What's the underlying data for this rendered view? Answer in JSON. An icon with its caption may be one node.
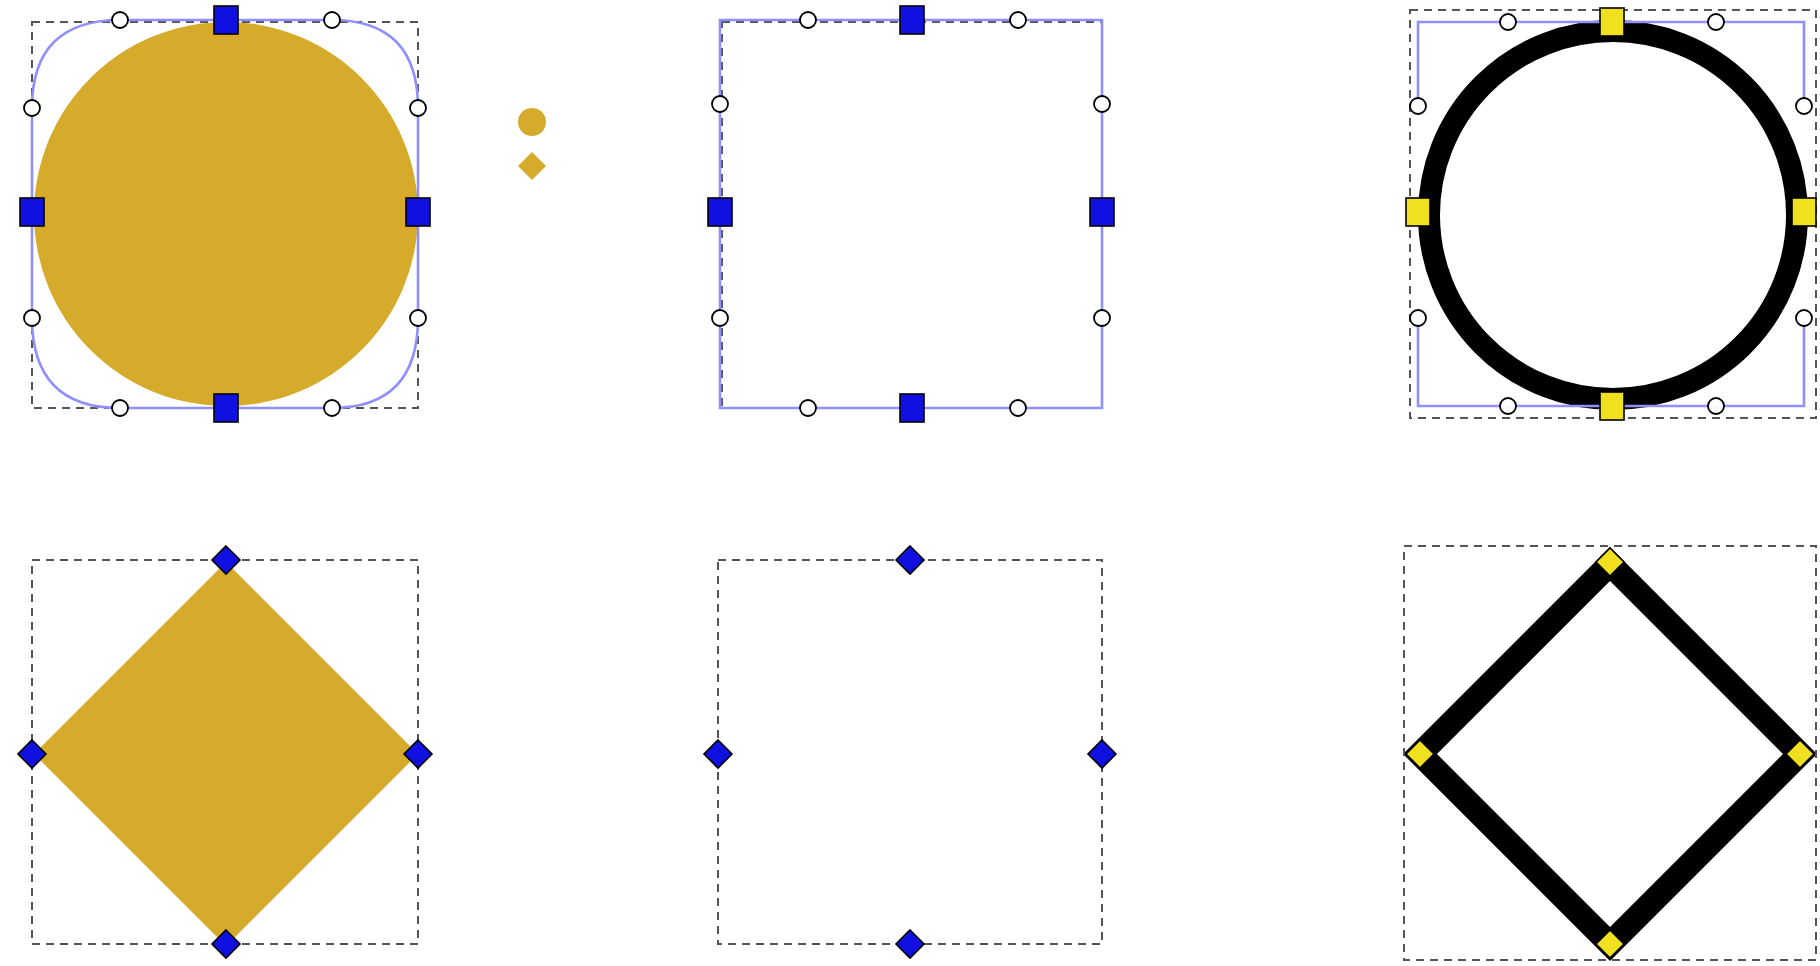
{
  "diagram": {
    "nodes": [
      {
        "text": [],
        "shape": "circle"
      },
      {
        "text": [],
        "shape": "circle"
      },
      {
        "text": [],
        "shape": "diamond"
      },
      {
        "text": [],
        "shape": "diamond"
      }
    ]
  }
}
